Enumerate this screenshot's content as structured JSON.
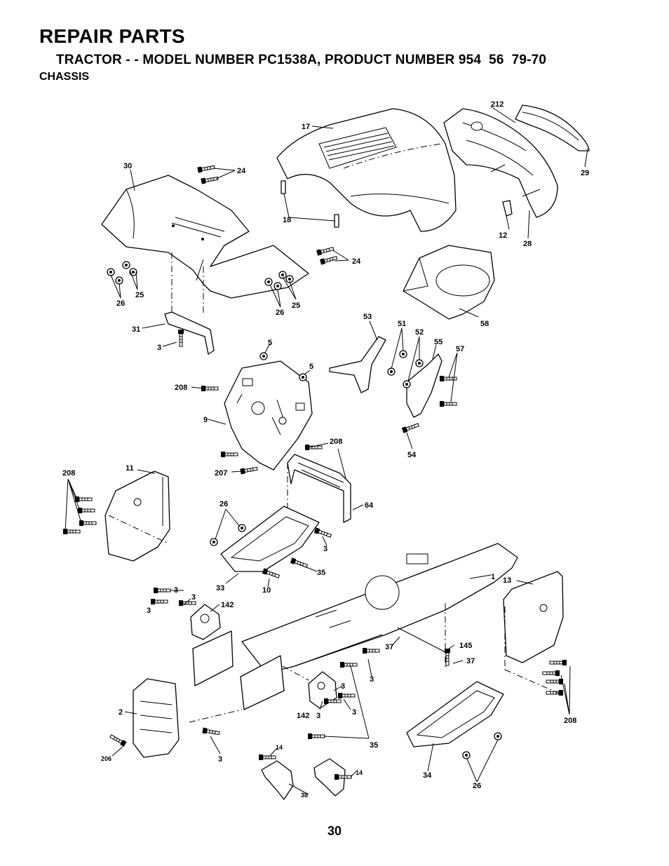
{
  "header": {
    "title": "REPAIR PARTS",
    "subtitle": "TRACTOR - - MODEL NUMBER PC1538A, PRODUCT NUMBER 954  56  79-70",
    "section": "CHASSIS"
  },
  "page_number": "30",
  "callouts": [
    {
      "label": "212"
    },
    {
      "label": "17"
    },
    {
      "label": "29"
    },
    {
      "label": "30"
    },
    {
      "label": "24"
    },
    {
      "label": "18"
    },
    {
      "label": "12"
    },
    {
      "label": "28"
    },
    {
      "label": "24"
    },
    {
      "label": "25"
    },
    {
      "label": "26"
    },
    {
      "label": "26"
    },
    {
      "label": "25"
    },
    {
      "label": "58"
    },
    {
      "label": "31"
    },
    {
      "label": "3"
    },
    {
      "label": "53"
    },
    {
      "label": "51"
    },
    {
      "label": "52"
    },
    {
      "label": "55"
    },
    {
      "label": "57"
    },
    {
      "label": "5"
    },
    {
      "label": "5"
    },
    {
      "label": "208"
    },
    {
      "label": "9"
    },
    {
      "label": "54"
    },
    {
      "label": "208"
    },
    {
      "label": "207"
    },
    {
      "label": "11"
    },
    {
      "label": "208"
    },
    {
      "label": "64"
    },
    {
      "label": "26"
    },
    {
      "label": "3"
    },
    {
      "label": "35"
    },
    {
      "label": "33"
    },
    {
      "label": "10"
    },
    {
      "label": "1"
    },
    {
      "label": "13"
    },
    {
      "label": "3"
    },
    {
      "label": "3"
    },
    {
      "label": "142"
    },
    {
      "label": "3"
    },
    {
      "label": "145"
    },
    {
      "label": "37"
    },
    {
      "label": "37"
    },
    {
      "label": "3"
    },
    {
      "label": "3"
    },
    {
      "label": "3"
    },
    {
      "label": "142"
    },
    {
      "label": "3"
    },
    {
      "label": "208"
    },
    {
      "label": "2"
    },
    {
      "label": "35"
    },
    {
      "label": "206"
    },
    {
      "label": "3"
    },
    {
      "label": "14"
    },
    {
      "label": "14"
    },
    {
      "label": "38"
    },
    {
      "label": "34"
    },
    {
      "label": "26"
    }
  ]
}
